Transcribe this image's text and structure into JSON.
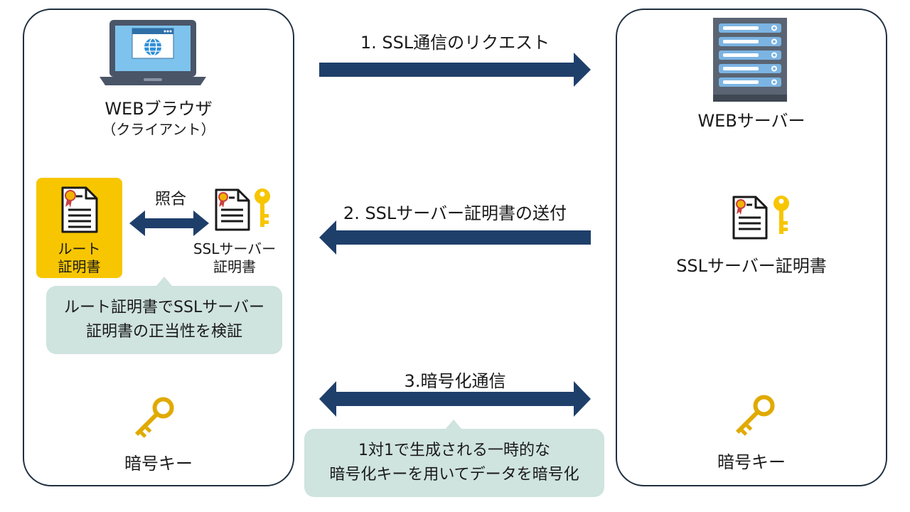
{
  "client": {
    "device_label": "WEBブラウザ",
    "device_sublabel": "（クライアント）",
    "root_cert_label_line1": "ルート",
    "root_cert_label_line2": "証明書",
    "compare_label": "照合",
    "ssl_cert_label_line1": "SSLサーバー",
    "ssl_cert_label_line2": "証明書",
    "verify_note_line1": "ルート証明書でSSLサーバー",
    "verify_note_line2": "証明書の正当性を検証",
    "key_label": "暗号キー"
  },
  "server": {
    "device_label": "WEBサーバー",
    "cert_label": "SSLサーバー証明書",
    "key_label": "暗号キー"
  },
  "steps": {
    "step1": "1. SSL通信のリクエスト",
    "step2": "2. SSLサーバー証明書の送付",
    "step3": "3.暗号化通信",
    "step3_note_line1": "1対1で生成される一時的な",
    "step3_note_line2": "暗号化キーを用いてデータを暗号化"
  },
  "colors": {
    "arrow": "#1f3f6b",
    "panel_border": "#1f2f3f",
    "callout_bg": "#cfe3df",
    "root_cert_bg": "#f7c600",
    "key_gold": "#e0aa00"
  },
  "icons": {
    "client_device": "laptop-browser-icon",
    "server_device": "server-rack-icon",
    "certificate": "certificate-document-icon",
    "key": "key-icon"
  }
}
